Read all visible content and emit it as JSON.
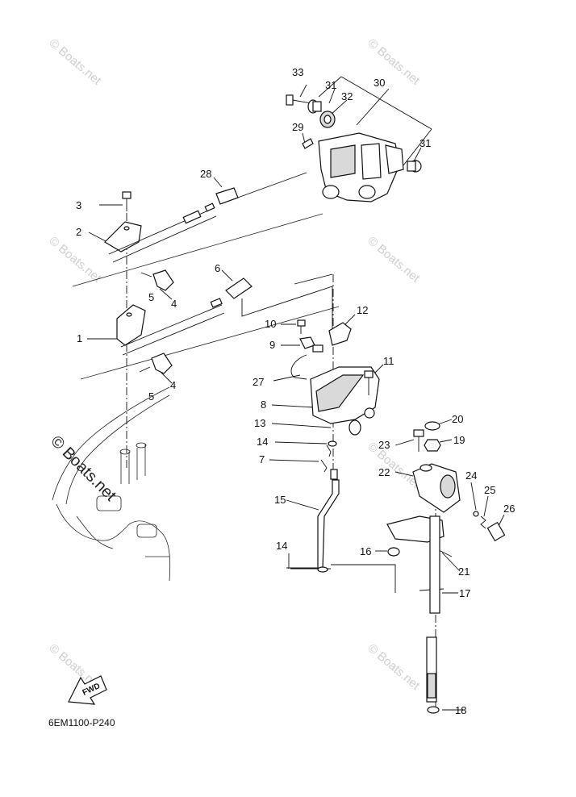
{
  "diagram": {
    "code": "6EM1100-P240",
    "fwd_label": "FWD",
    "watermark": "© Boats.net",
    "callouts": {
      "c1": "1",
      "c2": "2",
      "c3": "3",
      "c4a": "4",
      "c4b": "4",
      "c5a": "5",
      "c5b": "5",
      "c6": "6",
      "c7": "7",
      "c8": "8",
      "c9": "9",
      "c10": "10",
      "c11": "11",
      "c12": "12",
      "c13": "13",
      "c14a": "14",
      "c14b": "14",
      "c15": "15",
      "c16": "16",
      "c17": "17",
      "c18": "18",
      "c19": "19",
      "c20": "20",
      "c21": "21",
      "c22": "22",
      "c23": "23",
      "c24": "24",
      "c25": "25",
      "c26": "26",
      "c27": "27",
      "c28": "28",
      "c29": "29",
      "c30": "30",
      "c31a": "31",
      "c31b": "31",
      "c32": "32",
      "c33": "33"
    }
  }
}
